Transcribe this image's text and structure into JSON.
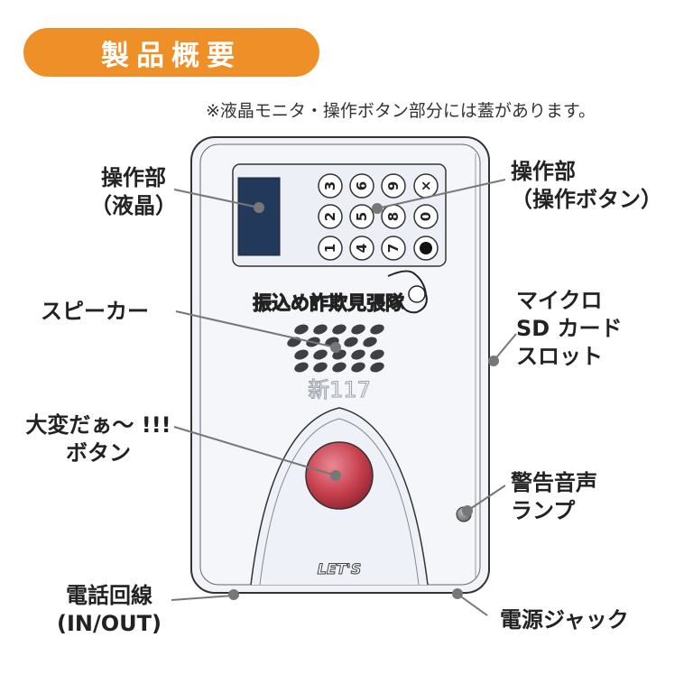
{
  "header": {
    "title": "製品概要"
  },
  "note": "※液晶モニタ・操作ボタン部分には蓋があります。",
  "labels": {
    "lcd": [
      "操作部",
      "（液晶）"
    ],
    "buttons": [
      "操作部",
      "（操作ボタン）"
    ],
    "speaker": "スピーカー",
    "sd": [
      "マイクロ",
      "SD カード",
      "スロット"
    ],
    "alarm_button": [
      "大変だぁ～ !!!",
      "ボタン"
    ],
    "lamp": [
      "警告音声",
      "ランプ"
    ],
    "phone_line": [
      "電話回線",
      "(IN/OUT)"
    ],
    "power": "電源ジャック"
  },
  "device": {
    "logo_text": "振込め詐欺見張隊",
    "model": "新117",
    "brand": "LET'S",
    "keys": [
      [
        "3",
        "6",
        "9",
        "×"
      ],
      [
        "2",
        "5",
        "8",
        "0"
      ],
      [
        "1",
        "4",
        "7",
        "●"
      ]
    ],
    "colors": {
      "orange": "#ef8f28",
      "lcd": "#23395b",
      "red_button": "#c8404e",
      "lamp": "#8a8a8a"
    }
  }
}
